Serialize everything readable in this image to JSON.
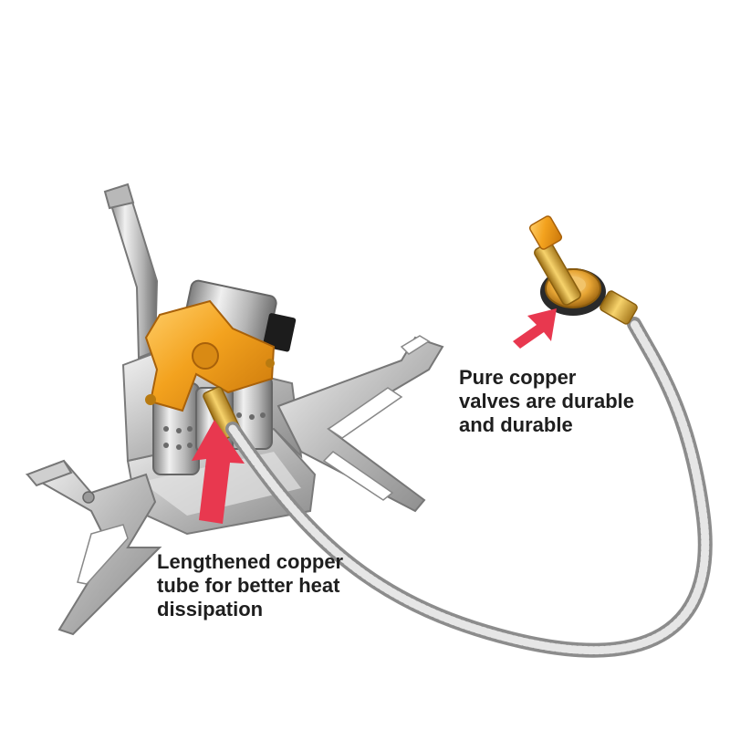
{
  "image": {
    "subject": "portable camping gas stove with long braided hose and copper valve",
    "background_color": "#ffffff"
  },
  "colors": {
    "orange_anodized": "#f0a020",
    "steel": "#c8c8c8",
    "brass": "#d4a640",
    "arrow": "#e8384f",
    "text": "#1e1e1e"
  },
  "callouts": {
    "valve": {
      "lines": [
        "Pure copper",
        "valves are durable",
        "and durable"
      ]
    },
    "tube": {
      "lines": [
        "Lengthened copper",
        "tube for better heat",
        "dissipation"
      ]
    }
  }
}
